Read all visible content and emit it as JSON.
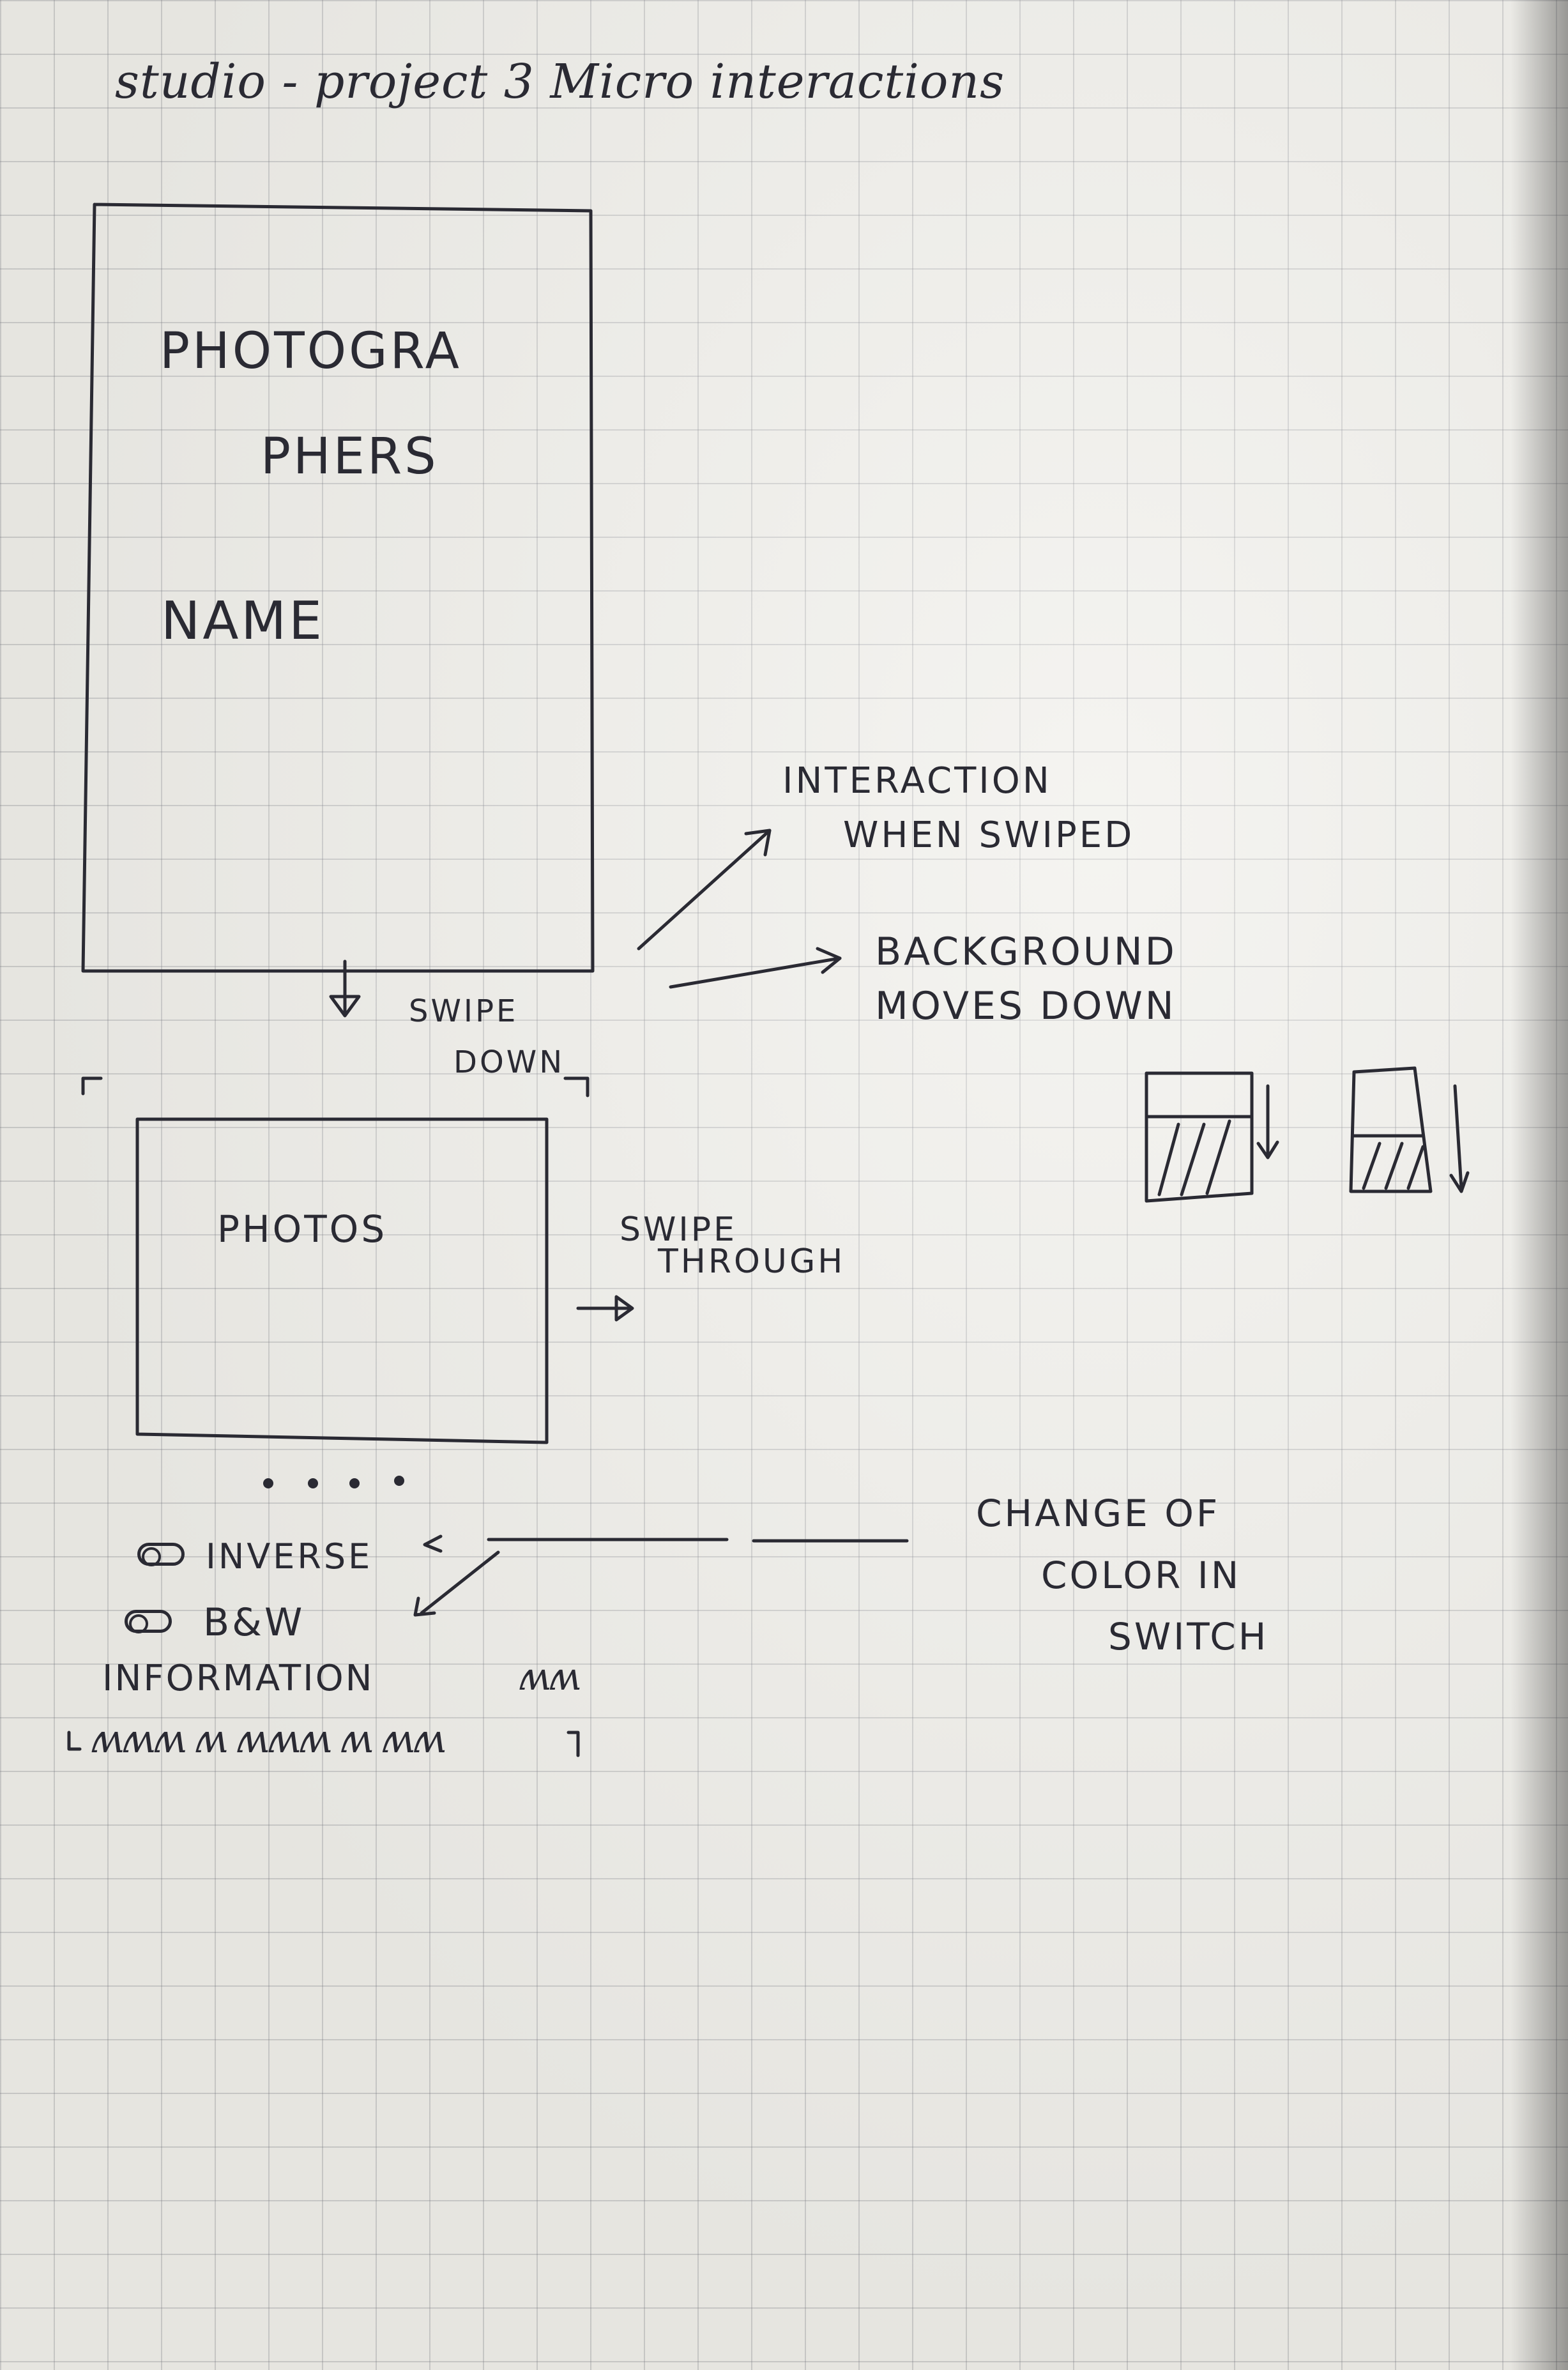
{
  "title": "studio - project 3  Micro interactions",
  "screen1": {
    "heading_line1": "PHOTOGRA",
    "heading_line2": "PHERS",
    "name_label": "NAME"
  },
  "swipe_down": {
    "line1": "SWIPE",
    "line2": "DOWN"
  },
  "interaction_note": {
    "line1": "INTERACTION",
    "line2": "WHEN SWIPED"
  },
  "background_note": {
    "line1": "BACKGROUND",
    "line2": "MOVES  DOWN"
  },
  "screen2": {
    "photos_label": "PHOTOS",
    "swipe_through_line1": "SWIPE",
    "swipe_through_line2": "THROUGH",
    "inverse_label": "INVERSE",
    "bw_label": "B&W",
    "information_label": "INFORMATION"
  },
  "switch_note": {
    "line1": "CHANGE OF",
    "line2": "COLOR IN",
    "line3": "SWITCH"
  },
  "icons": [
    "arrow-down-icon",
    "arrow-right-icon",
    "toggle-icon",
    "pagination-dots-icon"
  ],
  "colors": {
    "paper": "#efeee9",
    "ink": "#2a2a33",
    "grid": "#b9b9bf"
  }
}
